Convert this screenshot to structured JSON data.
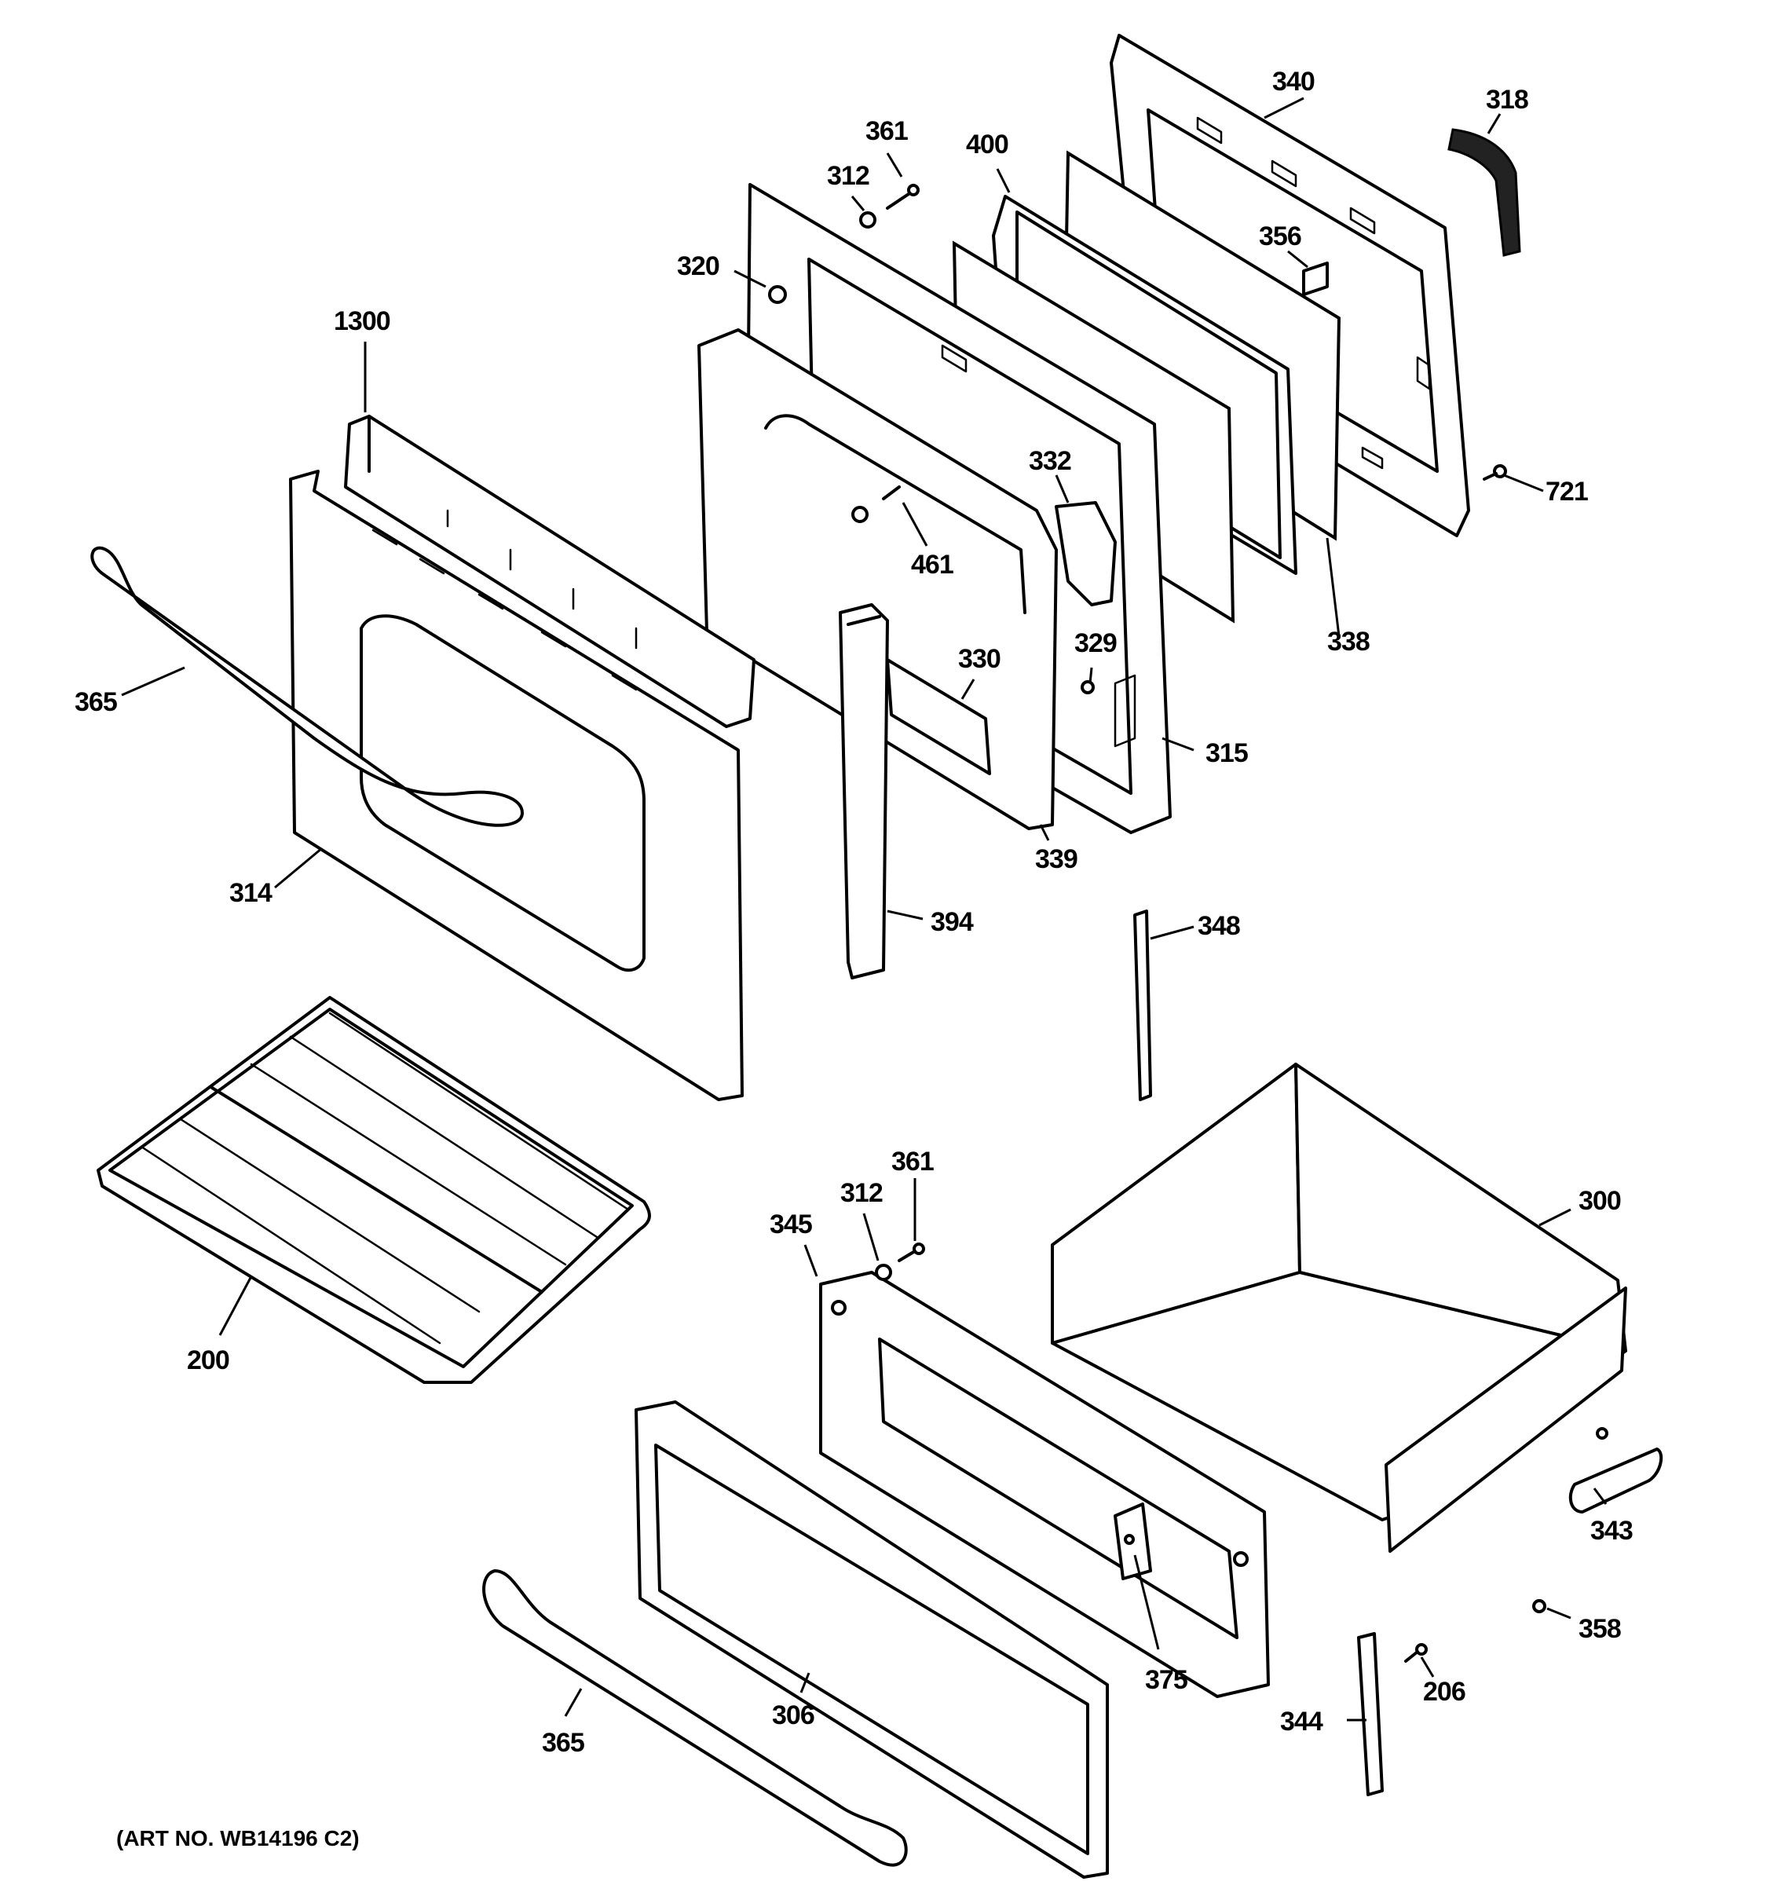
{
  "art_number": "(ART NO. WB14196 C2)",
  "callouts": [
    {
      "id": "c340",
      "label": "340"
    },
    {
      "id": "c318",
      "label": "318"
    },
    {
      "id": "c361a",
      "label": "361"
    },
    {
      "id": "c400",
      "label": "400"
    },
    {
      "id": "c312a",
      "label": "312"
    },
    {
      "id": "c356",
      "label": "356"
    },
    {
      "id": "c320",
      "label": "320"
    },
    {
      "id": "c1300",
      "label": "1300"
    },
    {
      "id": "c332",
      "label": "332"
    },
    {
      "id": "c721",
      "label": "721"
    },
    {
      "id": "c461",
      "label": "461"
    },
    {
      "id": "c338",
      "label": "338"
    },
    {
      "id": "c330",
      "label": "330"
    },
    {
      "id": "c329",
      "label": "329"
    },
    {
      "id": "c365a",
      "label": "365"
    },
    {
      "id": "c315",
      "label": "315"
    },
    {
      "id": "c339",
      "label": "339"
    },
    {
      "id": "c314",
      "label": "314"
    },
    {
      "id": "c394",
      "label": "394"
    },
    {
      "id": "c348",
      "label": "348"
    },
    {
      "id": "c361b",
      "label": "361"
    },
    {
      "id": "c312b",
      "label": "312"
    },
    {
      "id": "c300",
      "label": "300"
    },
    {
      "id": "c345",
      "label": "345"
    },
    {
      "id": "c200",
      "label": "200"
    },
    {
      "id": "c343",
      "label": "343"
    },
    {
      "id": "c358",
      "label": "358"
    },
    {
      "id": "c375",
      "label": "375"
    },
    {
      "id": "c206",
      "label": "206"
    },
    {
      "id": "c344",
      "label": "344"
    },
    {
      "id": "c306",
      "label": "306"
    },
    {
      "id": "c365b",
      "label": "365"
    }
  ]
}
